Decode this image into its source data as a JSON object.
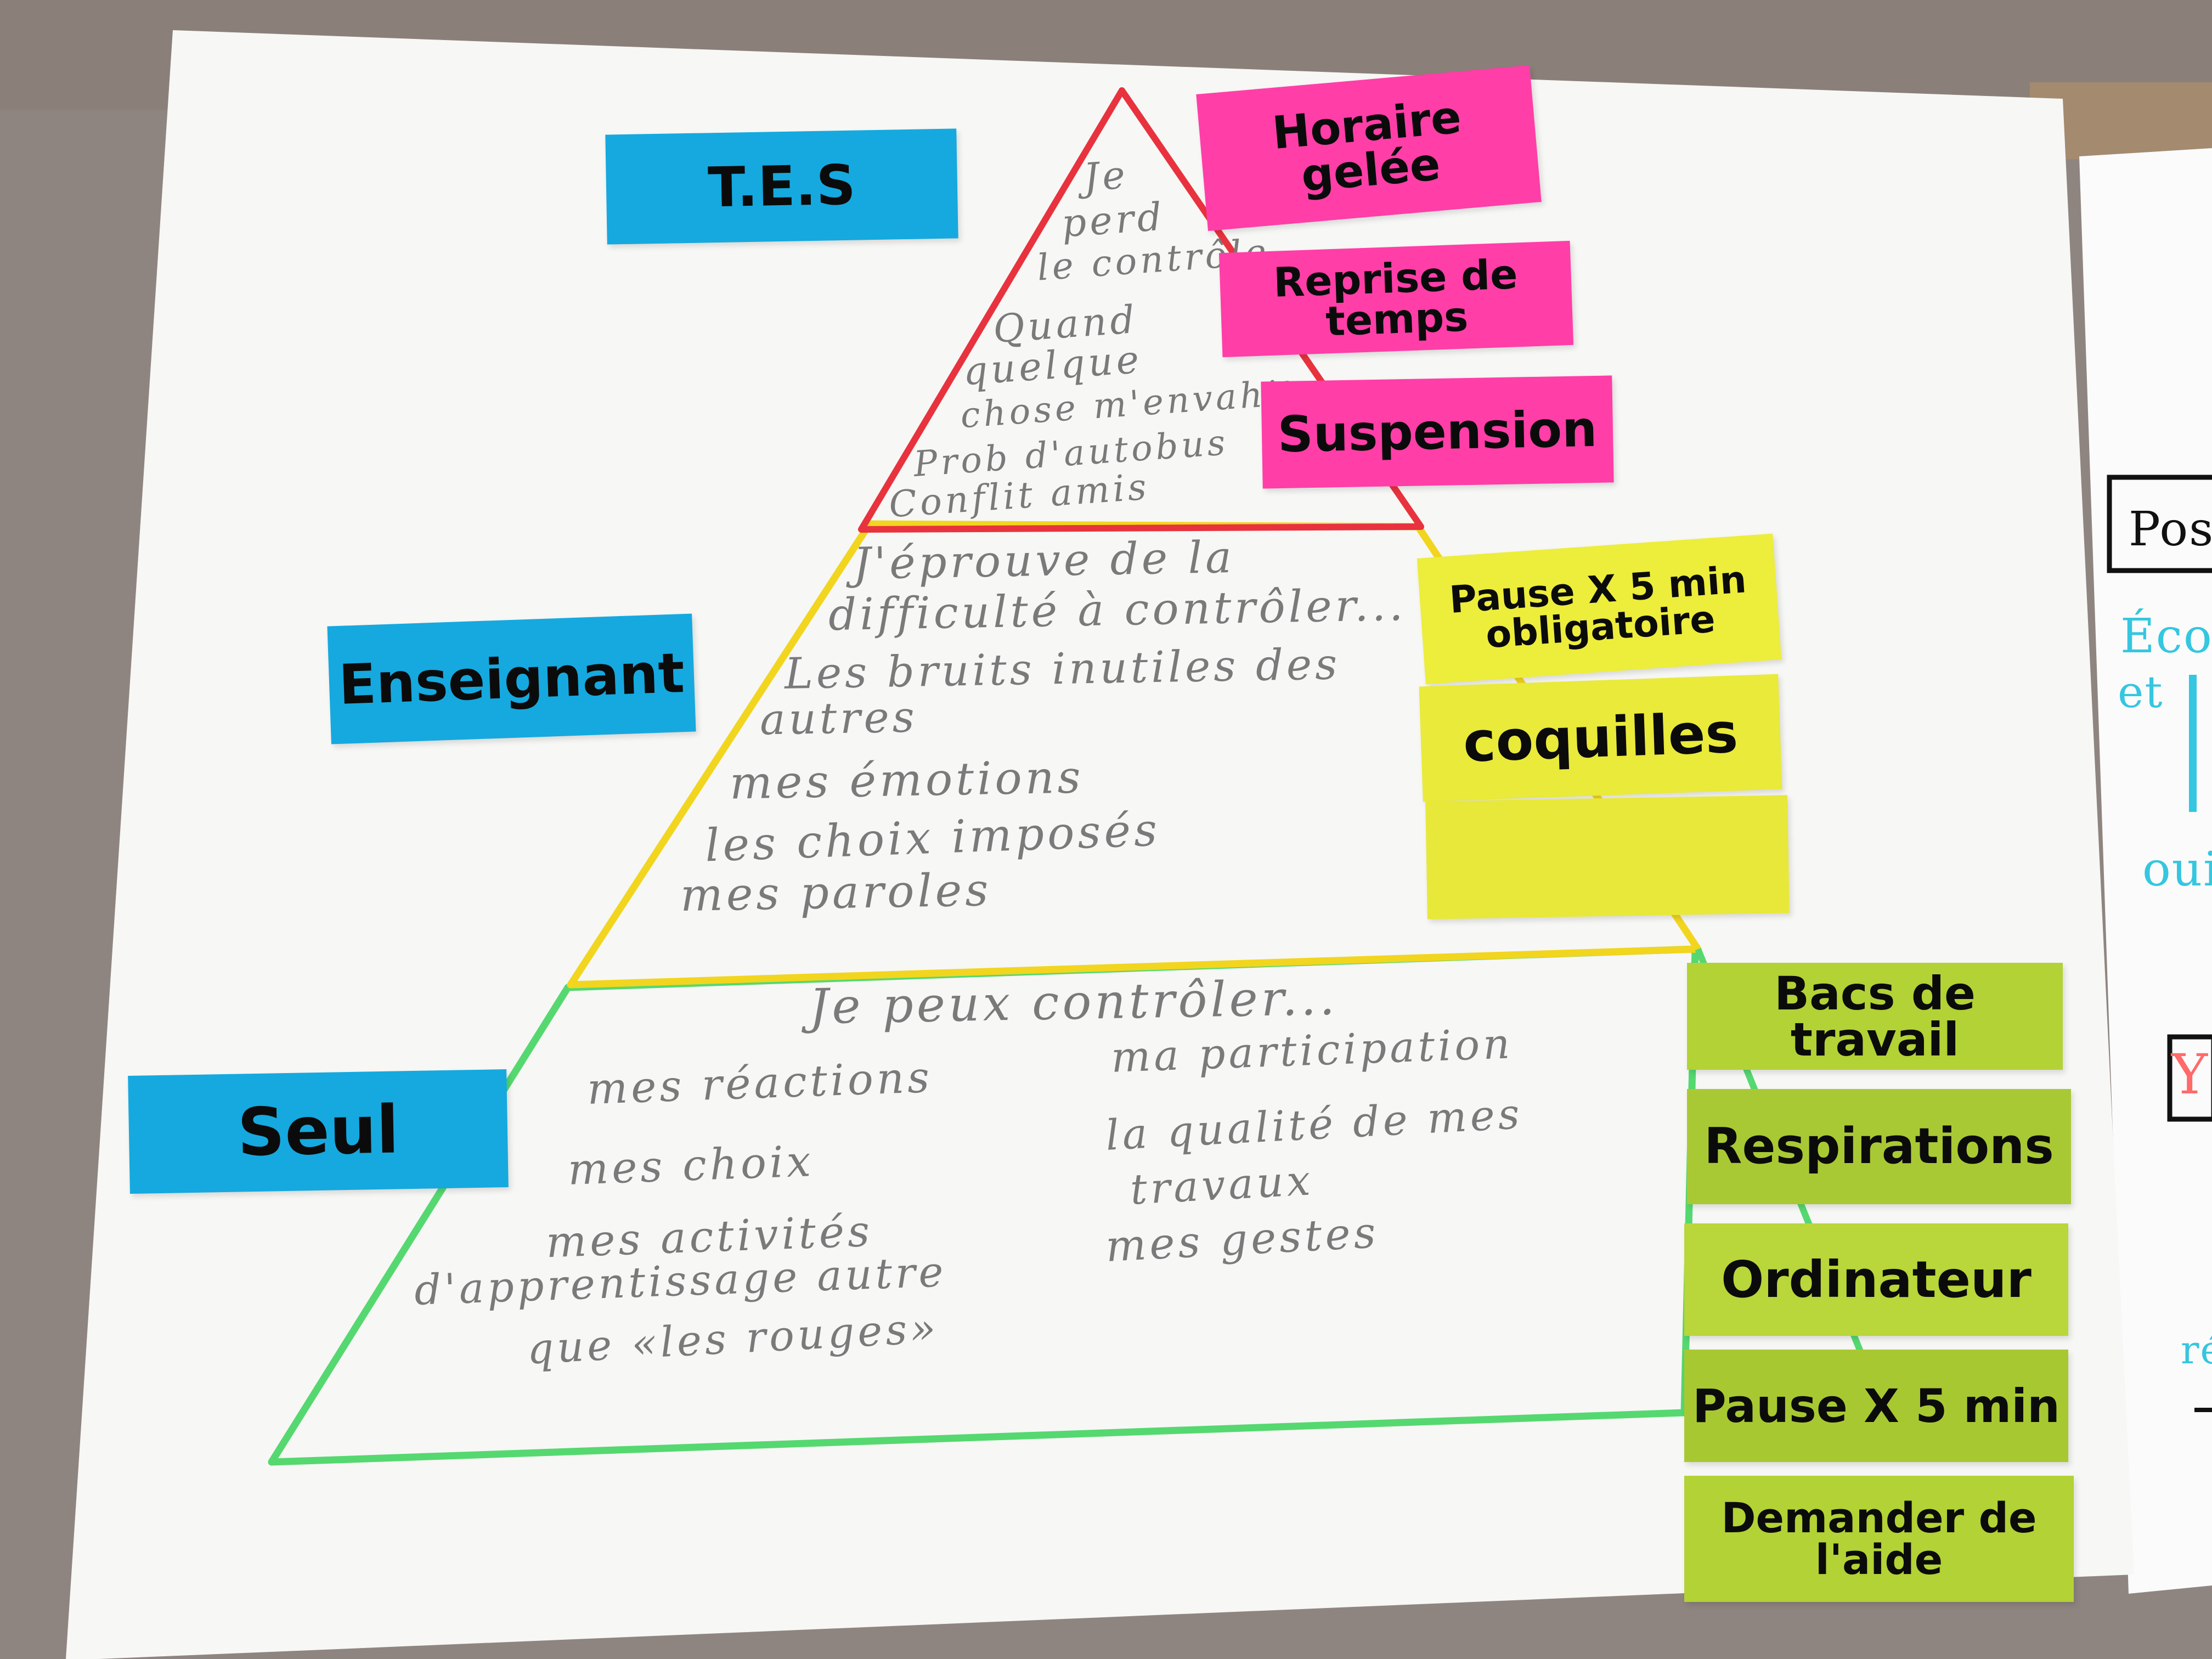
{
  "colors": {
    "background": "#8f8580",
    "board": "#f7f7f5",
    "blue_note": "#15a9df",
    "pink_note": "#ff3ea8",
    "yellow_note": "#e9ea3a",
    "green_note": "#b2d235",
    "red_line": "#e8323e",
    "yellow_line": "#f2d51e",
    "green_line": "#55d870"
  },
  "levels": {
    "tes": "T.E.S",
    "enseignant": "Enseignant",
    "seul": "Seul"
  },
  "top_section": {
    "lines": [
      "Je",
      "perd",
      "le contrôle",
      "Quand",
      "quelque",
      "chose m'envahit",
      "Prob d'autobus",
      "Conflit amis"
    ]
  },
  "middle_section": {
    "lines": [
      "J'éprouve de la",
      "difficulté à contrôler...",
      "Les bruits inutiles des",
      "autres",
      "mes émotions",
      "les choix imposés",
      "mes paroles"
    ]
  },
  "bottom_section": {
    "heading": "Je peux contrôler...",
    "left_lines": [
      "mes réactions",
      "mes choix",
      "mes activités",
      "d'apprentissage autre",
      "que «les rouges»"
    ],
    "right_lines": [
      "ma participation",
      "la qualité de mes",
      "travaux",
      "mes gestes"
    ]
  },
  "pink_notes": [
    "Horaire gelée",
    "Reprise de temps",
    "Suspension"
  ],
  "yellow_notes": [
    "Pause X 5 min obligatoire",
    "coquilles",
    ""
  ],
  "green_notes": [
    "Bacs de travail",
    "Respirations",
    "Ordinateur",
    "Pause X 5 min",
    "Demander de l'aide"
  ],
  "side_sheet": {
    "box_text": "Pos",
    "line1": "Écou",
    "line2": "et",
    "line3": "oui",
    "line4": "Y",
    "line5": "ré"
  }
}
